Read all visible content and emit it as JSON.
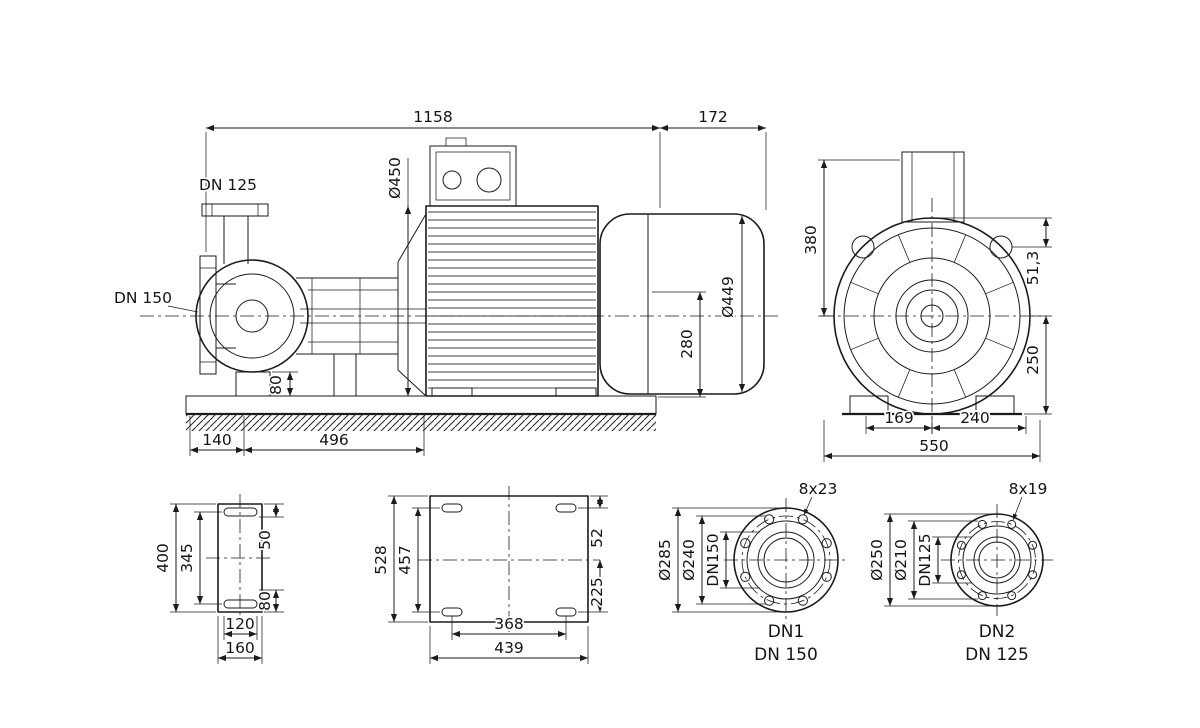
{
  "side_view": {
    "dim_total_length": "1158",
    "dim_fan_section": "172",
    "dim_motor_front_dia": "Ø450",
    "label_discharge": "DN 125",
    "label_suction": "DN 150",
    "dim_base_height": "80",
    "dim_centerline_to_base": "280",
    "dim_motor_dia": "Ø449",
    "dim_foot_offset": "140",
    "dim_foot_spacing": "496"
  },
  "front_view": {
    "dim_top_to_centerline": "380",
    "dim_lug": "51,3",
    "dim_centerline_to_base": "250",
    "dim_foot_left": "169",
    "dim_foot_right": "240",
    "dim_overall_width": "550"
  },
  "base_end_view": {
    "dim_outer_length": "400",
    "dim_hole_pitch": "345",
    "dim_top_offset": "50",
    "dim_bottom_offset": "80",
    "dim_hole_width": "120",
    "dim_outer_width": "160"
  },
  "base_plan_view": {
    "dim_outer_length": "528",
    "dim_hole_pitch": "457",
    "dim_top_offset": "52",
    "dim_bottom_offset": "225",
    "dim_hole_width": "368",
    "dim_outer_width": "439"
  },
  "suction_flange": {
    "dim_holes": "8x23",
    "dim_outer_dia": "Ø285",
    "dim_bolt_circle": "Ø240",
    "dim_nominal": "DN150",
    "caption_id": "DN1",
    "caption_dn": "DN 150"
  },
  "discharge_flange": {
    "dim_holes": "8x19",
    "dim_outer_dia": "Ø250",
    "dim_bolt_circle": "Ø210",
    "dim_nominal": "DN125",
    "caption_id": "DN2",
    "caption_dn": "DN 125"
  }
}
